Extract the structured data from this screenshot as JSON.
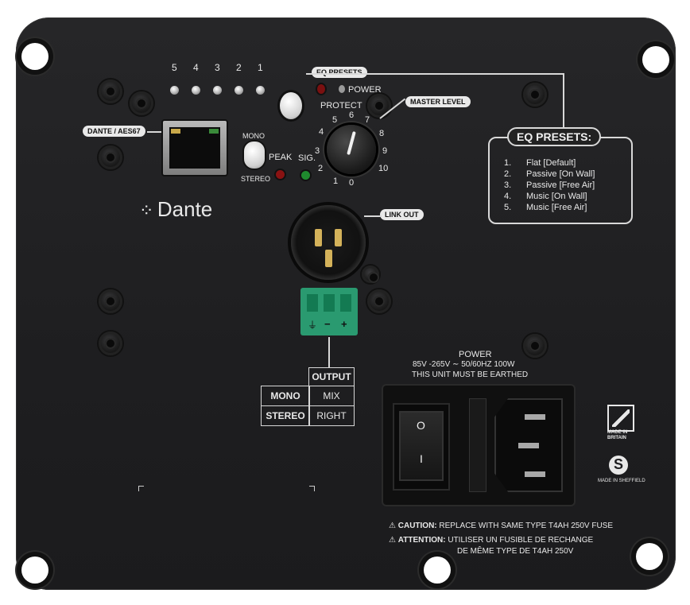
{
  "presets": {
    "numbers": [
      "5",
      "4",
      "3",
      "2",
      "1"
    ],
    "label": "EQ PRESETS"
  },
  "status": {
    "power": "POWER",
    "protect": "PROTECT"
  },
  "master": {
    "label": "MASTER LEVEL",
    "scale": [
      "0",
      "1",
      "2",
      "3",
      "4",
      "5",
      "6",
      "7",
      "8",
      "9",
      "10"
    ]
  },
  "network": {
    "label": "DANTE / AES67",
    "brand": "Dante"
  },
  "mode": {
    "mono": "MONO",
    "stereo": "STEREO"
  },
  "signal": {
    "peak": "PEAK",
    "sig": "SIG."
  },
  "link": {
    "label": "LINK OUT"
  },
  "eq_box": {
    "title": "EQ PRESETS:",
    "items": [
      {
        "num": "1.",
        "text": "Flat [Default]"
      },
      {
        "num": "2.",
        "text": "Passive [On Wall]"
      },
      {
        "num": "3.",
        "text": "Passive [Free Air]"
      },
      {
        "num": "4.",
        "text": "Music [On Wall]"
      },
      {
        "num": "5.",
        "text": "Music [Free Air]"
      }
    ]
  },
  "output_table": {
    "header": "OUTPUT",
    "rows": [
      {
        "mode": "MONO",
        "value": "MIX"
      },
      {
        "mode": "STEREO",
        "value": "RIGHT"
      }
    ]
  },
  "power_spec": {
    "title": "POWER",
    "rating": "85V -265V ∼ 50/60HZ  100W",
    "earth": "THIS UNIT MUST BE EARTHED"
  },
  "switch": {
    "on": "O",
    "off": "I"
  },
  "warnings": [
    {
      "bold": "CAUTION:",
      "text": " REPLACE WITH SAME TYPE T4AH 250V FUSE"
    },
    {
      "bold": "ATTENTION:",
      "text": " UTILISER UN FUSIBLE DE RECHANGE"
    },
    {
      "bold": "",
      "text": "DE MÊME TYPE DE T4AH 250V"
    }
  ],
  "badges": {
    "britain": "MADE IN BRITAIN",
    "sheffield": "MADE IN SHEFFIELD"
  },
  "terminal": {
    "symbols": [
      "⏚",
      "−",
      "+"
    ]
  }
}
